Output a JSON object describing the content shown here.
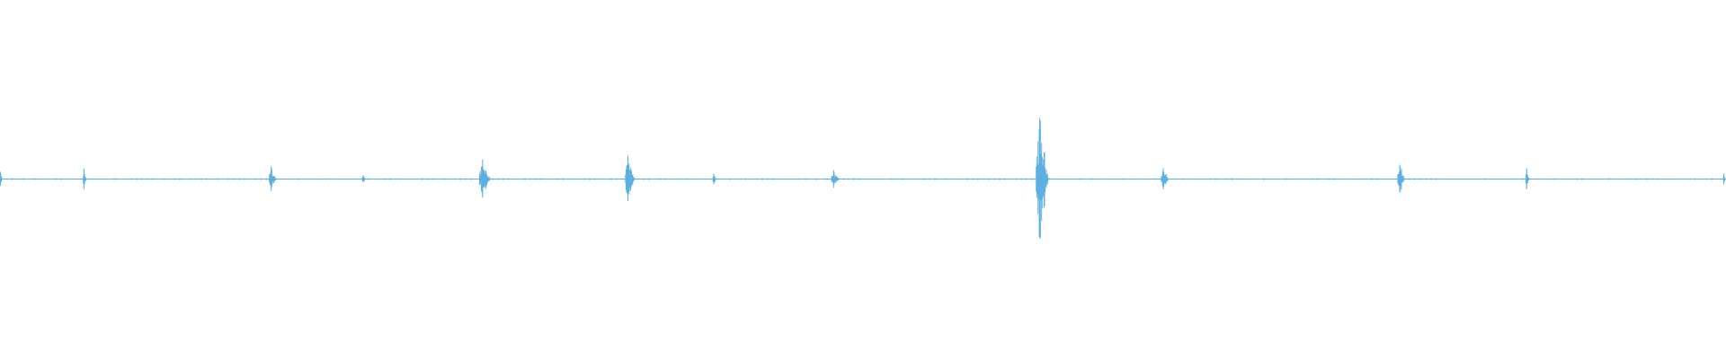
{
  "waveform": {
    "color": "#5aaee0",
    "baseline_amplitude": 0.01,
    "bursts": [
      {
        "time": 0.0,
        "amplitude": 0.04,
        "duration": 0.0015
      },
      {
        "time": 0.049,
        "amplitude": 0.06,
        "duration": 0.002
      },
      {
        "time": 0.158,
        "amplitude": 0.07,
        "duration": 0.0045
      },
      {
        "time": 0.211,
        "amplitude": 0.02,
        "duration": 0.003
      },
      {
        "time": 0.281,
        "amplitude": 0.11,
        "duration": 0.007
      },
      {
        "time": 0.365,
        "amplitude": 0.13,
        "duration": 0.006
      },
      {
        "time": 0.414,
        "amplitude": 0.03,
        "duration": 0.0025
      },
      {
        "time": 0.484,
        "amplitude": 0.05,
        "duration": 0.005
      },
      {
        "time": 0.604,
        "amplitude": 0.34,
        "duration": 0.008
      },
      {
        "time": 0.675,
        "amplitude": 0.06,
        "duration": 0.005
      },
      {
        "time": 0.812,
        "amplitude": 0.08,
        "duration": 0.005
      },
      {
        "time": 0.885,
        "amplitude": 0.06,
        "duration": 0.0025
      },
      {
        "time": 0.999,
        "amplitude": 0.03,
        "duration": 0.0015
      }
    ]
  }
}
